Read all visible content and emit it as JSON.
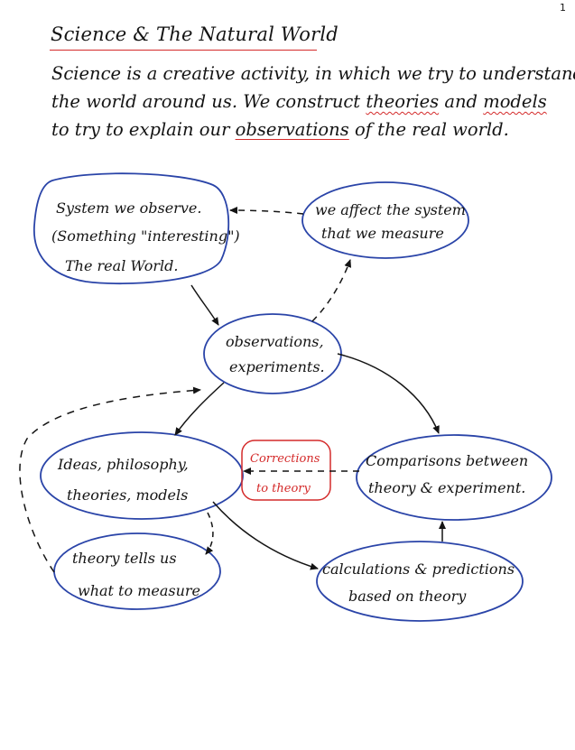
{
  "page_number": "1",
  "title": "Science & The Natural World",
  "intro": {
    "line1": "Science is a creative activity, in which we try to understand",
    "line2_start": "the world around us.  We construct ",
    "line2_theories": "theories",
    "line2_and": " and ",
    "line2_models": "models",
    "line3_start": "to try to explain our ",
    "line3_observations": "observations",
    "line3_end": " of the real world."
  },
  "nodes": {
    "system": {
      "line1": "System we observe.",
      "line2": "(Something \"interesting\")",
      "line3": "The real World."
    },
    "affect": {
      "line1": "we affect the system",
      "line2": "that we measure"
    },
    "observations": {
      "line1": "observations,",
      "line2": "experiments."
    },
    "ideas": {
      "line1": "Ideas, philosophy,",
      "line2": "theories, models"
    },
    "corrections": {
      "line1": "Corrections",
      "line2": "to theory"
    },
    "comparisons": {
      "line1": "Comparisons between",
      "line2": "theory & experiment."
    },
    "theory_tells": {
      "line1": "theory tells us",
      "line2": "what to measure"
    },
    "calculations": {
      "line1": "calculations & predictions",
      "line2": "based on theory"
    }
  },
  "colors": {
    "ellipse_stroke": "#2a44a8",
    "red_accent": "#d42a2a",
    "ink": "#141414"
  }
}
